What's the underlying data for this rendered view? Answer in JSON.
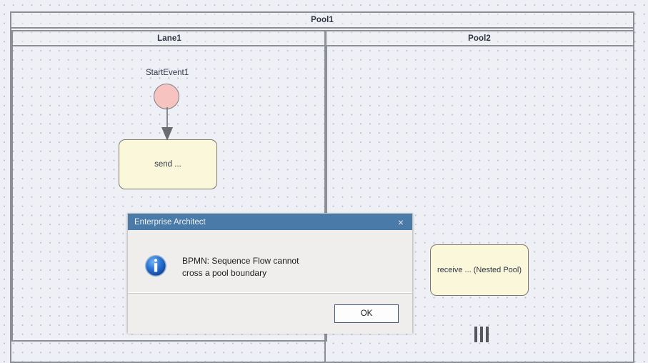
{
  "canvas": {
    "pool_outer": {
      "label": "Pool1"
    },
    "lane": {
      "label": "Lane1"
    },
    "pool_nested": {
      "label": "Pool2"
    },
    "start_event": {
      "label": "StartEvent1"
    },
    "task_send": {
      "label": "send ..."
    },
    "task_receive": {
      "label": "receive ... (Nested Pool)"
    },
    "multi_instance_marker": {
      "name": "parallel-multi-instance-marker",
      "bars": 3
    },
    "sequence_flow": {
      "name": "sequence-flow-start-to-send"
    },
    "colors": {
      "canvas_background": "#eff0f5",
      "grid_dot": "#b9bdcb",
      "pool_border": "#8d8f96",
      "start_event_fill": "#f6c3c0",
      "start_event_border": "#7d7d82",
      "task_fill": "#fbf7da",
      "task_border": "#7d7a6c",
      "label_text": "#2f3646",
      "marker": "#55575c"
    }
  },
  "dialog": {
    "title": "Enterprise Architect",
    "close_label": "×",
    "icon": "info-icon",
    "message_line1": "BPMN: Sequence Flow cannot",
    "message_line2": "cross a pool boundary",
    "ok_label": "OK",
    "colors": {
      "titlebar": "#4a7aa7",
      "title_text": "#ecf1f6",
      "body": "#efeeed",
      "button_border": "#3d5878",
      "icon_blue": "#1b5fc4"
    }
  }
}
